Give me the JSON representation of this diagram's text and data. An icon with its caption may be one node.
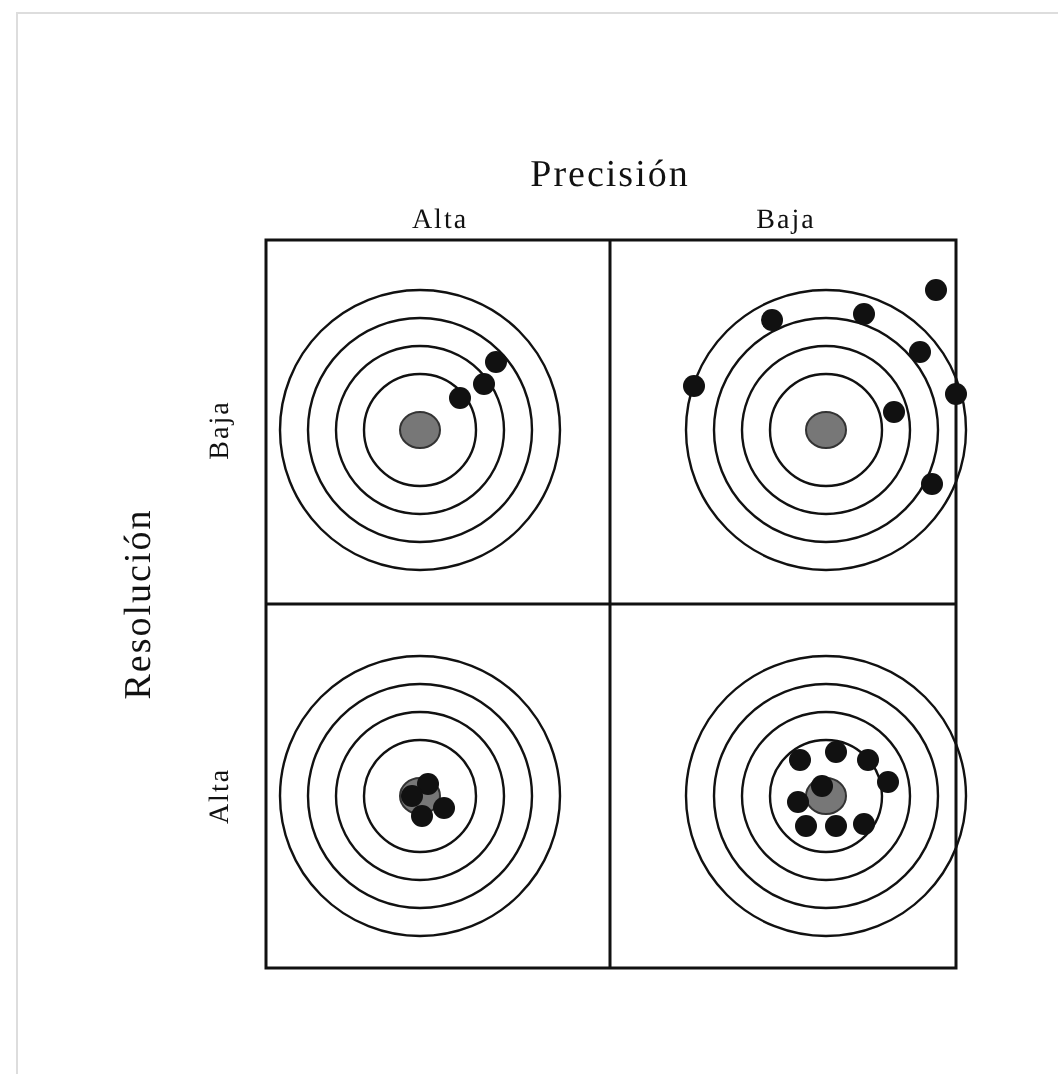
{
  "diagram": {
    "labels": [
      "Precisión",
      "Alta",
      "Baja",
      "Resolución",
      "Baja",
      "Alta"
    ]
  }
}
